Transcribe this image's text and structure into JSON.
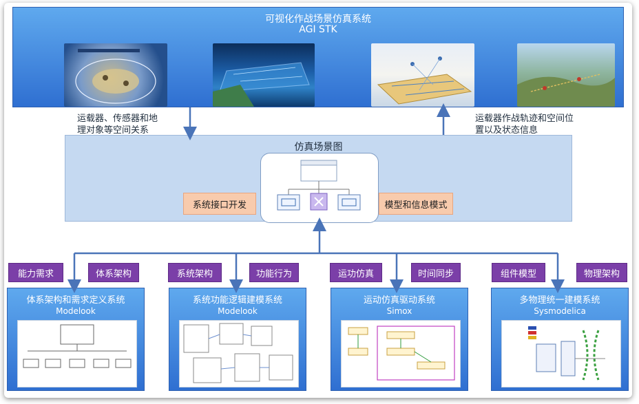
{
  "top": {
    "title": "可视化作战场景仿真系统",
    "subtitle": "AGI STK"
  },
  "left_note": {
    "line1": "运载器、传感器和地",
    "line2": "理对象等空间关系"
  },
  "right_note": {
    "line1": "运载器作战轨迹和空间位",
    "line2": "置以及状态信息"
  },
  "middle": {
    "title": "仿真场景图",
    "left_box": "系统接口开发",
    "right_box": "模型和信息模式"
  },
  "tags": [
    "能力需求",
    "体系架构",
    "系统架构",
    "功能行为",
    "运功仿真",
    "时间同步",
    "组件模型",
    "物理架构"
  ],
  "systems": [
    {
      "title": "体系架构和需求定义系统",
      "sub": "Modelook"
    },
    {
      "title": "系统功能逻辑建模系统",
      "sub": "Modelook"
    },
    {
      "title": "运动仿真驱动系统",
      "sub": "Simox"
    },
    {
      "title": "多物理统一建模系统",
      "sub": "Sysmodelica"
    }
  ],
  "colors": {
    "blue_top": "#5fa9ee",
    "blue_bottom": "#2f6fd1",
    "middle_bg": "#c5d9f1",
    "orange": "#f8cbad",
    "tag_purple": "#7b3fa8",
    "arrow": "#4a74b8"
  }
}
